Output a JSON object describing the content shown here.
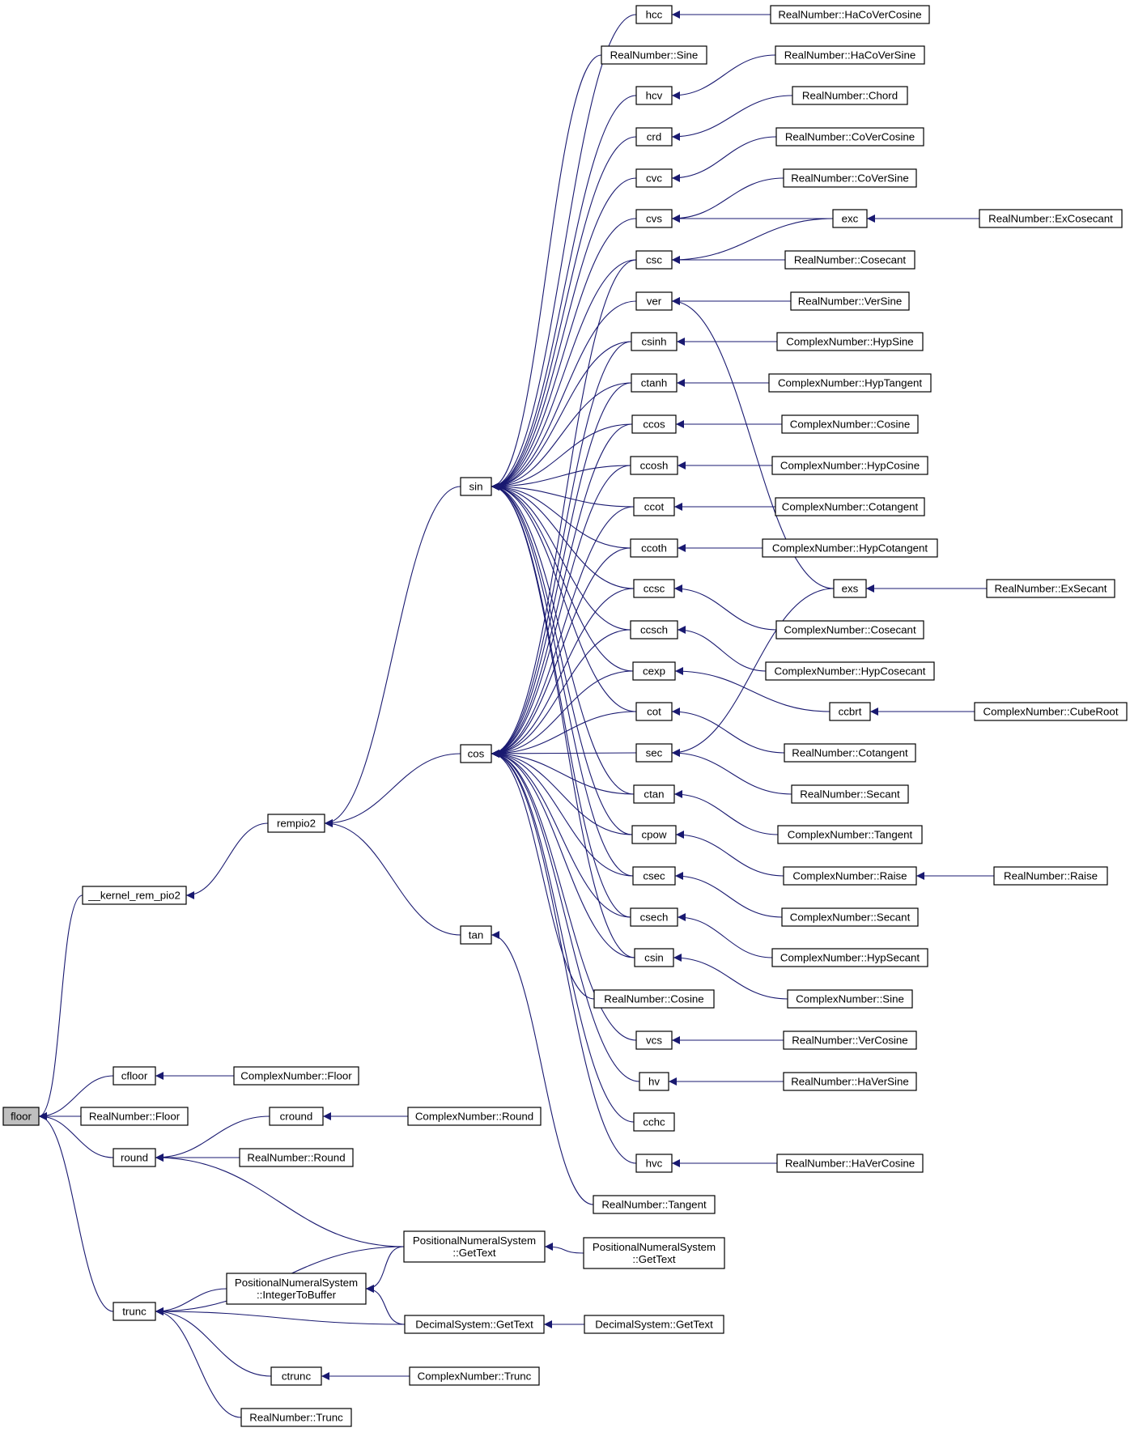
{
  "colors": {
    "edge": "#191970",
    "node_border": "#000000",
    "root_fill": "#bfbfbf",
    "node_fill": "#ffffff"
  },
  "nodes": [
    {
      "id": "floor",
      "label": "floor",
      "root": true
    },
    {
      "id": "kernel_rem_pio2",
      "label": "__kernel_rem_pio2"
    },
    {
      "id": "cfloor",
      "label": "cfloor"
    },
    {
      "id": "rn_floor",
      "label": "RealNumber::Floor"
    },
    {
      "id": "round",
      "label": "round"
    },
    {
      "id": "trunc",
      "label": "trunc"
    },
    {
      "id": "rempio2",
      "label": "rempio2"
    },
    {
      "id": "cn_floor",
      "label": "ComplexNumber::Floor"
    },
    {
      "id": "cround",
      "label": "cround"
    },
    {
      "id": "rn_round",
      "label": "RealNumber::Round"
    },
    {
      "id": "pns_gettext1",
      "label": "PositionalNumeralSystem\n::GetText"
    },
    {
      "id": "pns_itb",
      "label": "PositionalNumeralSystem\n::IntegerToBuffer"
    },
    {
      "id": "ds_gettext1",
      "label": "DecimalSystem::GetText"
    },
    {
      "id": "ctrunc",
      "label": "ctrunc"
    },
    {
      "id": "rn_trunc",
      "label": "RealNumber::Trunc"
    },
    {
      "id": "cn_round",
      "label": "ComplexNumber::Round"
    },
    {
      "id": "pns_gettext2",
      "label": "PositionalNumeralSystem\n::GetText"
    },
    {
      "id": "ds_gettext2",
      "label": "DecimalSystem::GetText"
    },
    {
      "id": "cn_trunc",
      "label": "ComplexNumber::Trunc"
    },
    {
      "id": "sin",
      "label": "sin"
    },
    {
      "id": "cos",
      "label": "cos"
    },
    {
      "id": "tan",
      "label": "tan"
    },
    {
      "id": "hcc",
      "label": "hcc"
    },
    {
      "id": "rn_sine",
      "label": "RealNumber::Sine"
    },
    {
      "id": "hcv",
      "label": "hcv"
    },
    {
      "id": "crd",
      "label": "crd"
    },
    {
      "id": "cvc",
      "label": "cvc"
    },
    {
      "id": "cvs",
      "label": "cvs"
    },
    {
      "id": "csc",
      "label": "csc"
    },
    {
      "id": "ver",
      "label": "ver"
    },
    {
      "id": "csinh",
      "label": "csinh"
    },
    {
      "id": "ctanh",
      "label": "ctanh"
    },
    {
      "id": "ccos",
      "label": "ccos"
    },
    {
      "id": "ccosh",
      "label": "ccosh"
    },
    {
      "id": "ccot",
      "label": "ccot"
    },
    {
      "id": "ccoth",
      "label": "ccoth"
    },
    {
      "id": "ccsc",
      "label": "ccsc"
    },
    {
      "id": "ccsch",
      "label": "ccsch"
    },
    {
      "id": "cexp",
      "label": "cexp"
    },
    {
      "id": "cot",
      "label": "cot"
    },
    {
      "id": "sec",
      "label": "sec"
    },
    {
      "id": "ctan",
      "label": "ctan"
    },
    {
      "id": "cpow",
      "label": "cpow"
    },
    {
      "id": "csec",
      "label": "csec"
    },
    {
      "id": "csech",
      "label": "csech"
    },
    {
      "id": "csin",
      "label": "csin"
    },
    {
      "id": "rn_cosine",
      "label": "RealNumber::Cosine"
    },
    {
      "id": "vcs",
      "label": "vcs"
    },
    {
      "id": "hv",
      "label": "hv"
    },
    {
      "id": "cchc",
      "label": "cchc"
    },
    {
      "id": "hvc",
      "label": "hvc"
    },
    {
      "id": "rn_tangent",
      "label": "RealNumber::Tangent"
    },
    {
      "id": "rn_hacovercosine",
      "label": "RealNumber::HaCoVerCosine"
    },
    {
      "id": "rn_hacoversine",
      "label": "RealNumber::HaCoVerSine"
    },
    {
      "id": "rn_chord",
      "label": "RealNumber::Chord"
    },
    {
      "id": "rn_covercosine",
      "label": "RealNumber::CoVerCosine"
    },
    {
      "id": "rn_coversine",
      "label": "RealNumber::CoVerSine"
    },
    {
      "id": "exc",
      "label": "exc"
    },
    {
      "id": "rn_cosecant",
      "label": "RealNumber::Cosecant"
    },
    {
      "id": "rn_versine",
      "label": "RealNumber::VerSine"
    },
    {
      "id": "cn_hypsine",
      "label": "ComplexNumber::HypSine"
    },
    {
      "id": "cn_hyptangent",
      "label": "ComplexNumber::HypTangent"
    },
    {
      "id": "cn_cosine",
      "label": "ComplexNumber::Cosine"
    },
    {
      "id": "cn_hypcosine",
      "label": "ComplexNumber::HypCosine"
    },
    {
      "id": "cn_cotangent",
      "label": "ComplexNumber::Cotangent"
    },
    {
      "id": "cn_hypcotangent",
      "label": "ComplexNumber::HypCotangent"
    },
    {
      "id": "exs",
      "label": "exs"
    },
    {
      "id": "cn_cosecant",
      "label": "ComplexNumber::Cosecant"
    },
    {
      "id": "cn_hypcosecant",
      "label": "ComplexNumber::HypCosecant"
    },
    {
      "id": "ccbrt",
      "label": "ccbrt"
    },
    {
      "id": "rn_cotangent",
      "label": "RealNumber::Cotangent"
    },
    {
      "id": "rn_secant",
      "label": "RealNumber::Secant"
    },
    {
      "id": "cn_tangent",
      "label": "ComplexNumber::Tangent"
    },
    {
      "id": "cn_raise",
      "label": "ComplexNumber::Raise"
    },
    {
      "id": "cn_secant",
      "label": "ComplexNumber::Secant"
    },
    {
      "id": "cn_hypsecant",
      "label": "ComplexNumber::HypSecant"
    },
    {
      "id": "cn_sine",
      "label": "ComplexNumber::Sine"
    },
    {
      "id": "rn_vercosine",
      "label": "RealNumber::VerCosine"
    },
    {
      "id": "rn_haversine",
      "label": "RealNumber::HaVerSine"
    },
    {
      "id": "rn_havercosine",
      "label": "RealNumber::HaVerCosine"
    },
    {
      "id": "rn_excosecant",
      "label": "RealNumber::ExCosecant"
    },
    {
      "id": "rn_exsecant",
      "label": "RealNumber::ExSecant"
    },
    {
      "id": "cn_cuberoot",
      "label": "ComplexNumber::CubeRoot"
    },
    {
      "id": "rn_raise",
      "label": "RealNumber::Raise"
    }
  ],
  "edges": [
    [
      "floor",
      "kernel_rem_pio2"
    ],
    [
      "floor",
      "cfloor"
    ],
    [
      "floor",
      "rn_floor"
    ],
    [
      "floor",
      "round"
    ],
    [
      "floor",
      "trunc"
    ],
    [
      "kernel_rem_pio2",
      "rempio2"
    ],
    [
      "cfloor",
      "cn_floor"
    ],
    [
      "round",
      "cround"
    ],
    [
      "round",
      "rn_round"
    ],
    [
      "round",
      "pns_gettext1"
    ],
    [
      "trunc",
      "pns_gettext1"
    ],
    [
      "trunc",
      "pns_itb"
    ],
    [
      "trunc",
      "ds_gettext1"
    ],
    [
      "trunc",
      "ctrunc"
    ],
    [
      "trunc",
      "rn_trunc"
    ],
    [
      "cround",
      "cn_round"
    ],
    [
      "pns_itb",
      "pns_gettext1"
    ],
    [
      "pns_itb",
      "ds_gettext1"
    ],
    [
      "pns_gettext1",
      "pns_gettext2"
    ],
    [
      "ds_gettext1",
      "ds_gettext2"
    ],
    [
      "ctrunc",
      "cn_trunc"
    ],
    [
      "rempio2",
      "sin"
    ],
    [
      "rempio2",
      "cos"
    ],
    [
      "rempio2",
      "tan"
    ],
    [
      "tan",
      "rn_tangent"
    ],
    [
      "sin",
      "hcc"
    ],
    [
      "sin",
      "rn_sine"
    ],
    [
      "sin",
      "hcv"
    ],
    [
      "sin",
      "crd"
    ],
    [
      "sin",
      "cvc"
    ],
    [
      "sin",
      "cvs"
    ],
    [
      "sin",
      "csc"
    ],
    [
      "sin",
      "ver"
    ],
    [
      "sin",
      "csinh"
    ],
    [
      "sin",
      "ctanh"
    ],
    [
      "sin",
      "ccos"
    ],
    [
      "sin",
      "ccosh"
    ],
    [
      "sin",
      "ccot"
    ],
    [
      "sin",
      "ccoth"
    ],
    [
      "sin",
      "ccsc"
    ],
    [
      "sin",
      "ccsch"
    ],
    [
      "sin",
      "cexp"
    ],
    [
      "sin",
      "cot"
    ],
    [
      "sin",
      "ctan"
    ],
    [
      "sin",
      "cpow"
    ],
    [
      "sin",
      "csec"
    ],
    [
      "sin",
      "csech"
    ],
    [
      "sin",
      "csin"
    ],
    [
      "cos",
      "csc"
    ],
    [
      "cos",
      "csinh"
    ],
    [
      "cos",
      "ctanh"
    ],
    [
      "cos",
      "ccos"
    ],
    [
      "cos",
      "ccosh"
    ],
    [
      "cos",
      "ccot"
    ],
    [
      "cos",
      "ccoth"
    ],
    [
      "cos",
      "ccsc"
    ],
    [
      "cos",
      "ccsch"
    ],
    [
      "cos",
      "cexp"
    ],
    [
      "cos",
      "cot"
    ],
    [
      "cos",
      "sec"
    ],
    [
      "cos",
      "ctan"
    ],
    [
      "cos",
      "cpow"
    ],
    [
      "cos",
      "csec"
    ],
    [
      "cos",
      "csech"
    ],
    [
      "cos",
      "csin"
    ],
    [
      "cos",
      "rn_cosine"
    ],
    [
      "cos",
      "vcs"
    ],
    [
      "cos",
      "hv"
    ],
    [
      "cos",
      "cchc"
    ],
    [
      "cos",
      "hvc"
    ],
    [
      "hcc",
      "rn_hacovercosine"
    ],
    [
      "hcv",
      "rn_hacoversine"
    ],
    [
      "crd",
      "rn_chord"
    ],
    [
      "cvc",
      "rn_covercosine"
    ],
    [
      "cvs",
      "rn_coversine"
    ],
    [
      "cvs",
      "exc"
    ],
    [
      "csc",
      "exc"
    ],
    [
      "csc",
      "rn_cosecant"
    ],
    [
      "exc",
      "rn_excosecant"
    ],
    [
      "ver",
      "rn_versine"
    ],
    [
      "ver",
      "exs"
    ],
    [
      "sec",
      "exs"
    ],
    [
      "sec",
      "rn_secant"
    ],
    [
      "exs",
      "rn_exsecant"
    ],
    [
      "csinh",
      "cn_hypsine"
    ],
    [
      "ctanh",
      "cn_hyptangent"
    ],
    [
      "ccos",
      "cn_cosine"
    ],
    [
      "ccosh",
      "cn_hypcosine"
    ],
    [
      "ccot",
      "cn_cotangent"
    ],
    [
      "ccoth",
      "cn_hypcotangent"
    ],
    [
      "ccsc",
      "cn_cosecant"
    ],
    [
      "ccsch",
      "cn_hypcosecant"
    ],
    [
      "cexp",
      "ccbrt"
    ],
    [
      "ccbrt",
      "cn_cuberoot"
    ],
    [
      "cot",
      "rn_cotangent"
    ],
    [
      "ctan",
      "cn_tangent"
    ],
    [
      "cpow",
      "cn_raise"
    ],
    [
      "cn_raise",
      "rn_raise"
    ],
    [
      "csec",
      "cn_secant"
    ],
    [
      "csech",
      "cn_hypsecant"
    ],
    [
      "csin",
      "cn_sine"
    ],
    [
      "vcs",
      "rn_vercosine"
    ],
    [
      "hv",
      "rn_haversine"
    ],
    [
      "hvc",
      "rn_havercosine"
    ]
  ]
}
